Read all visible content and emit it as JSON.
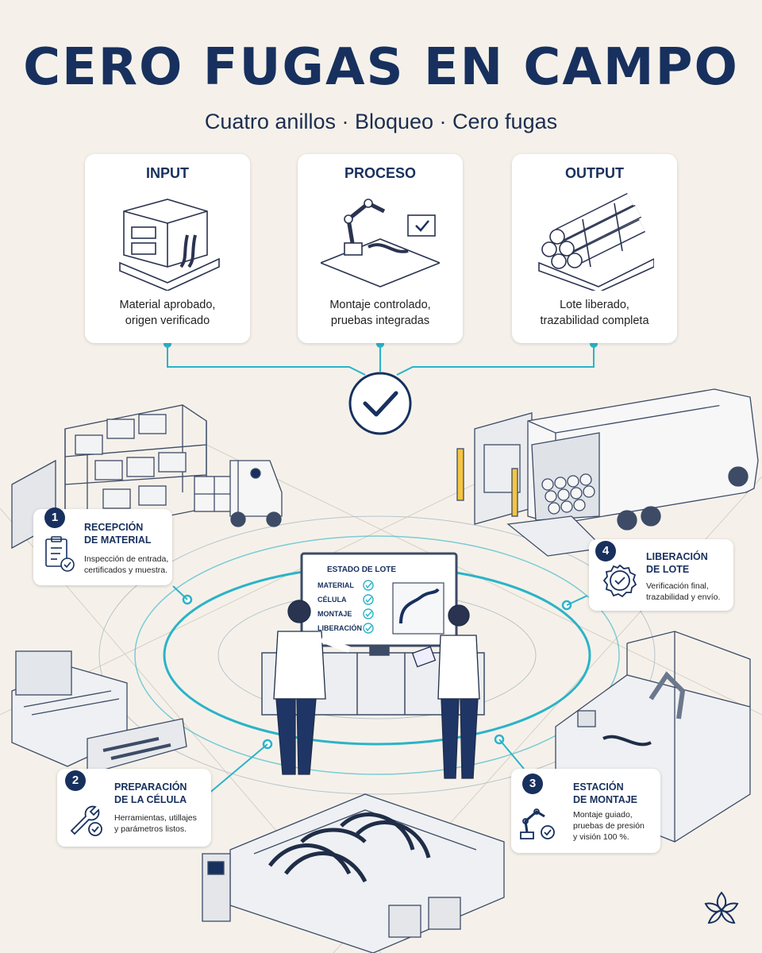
{
  "header": {
    "title": "CERO FUGAS EN CAMPO",
    "subtitle": "Cuatro anillos · Bloqueo · Cero fugas"
  },
  "cards": [
    {
      "title": "INPUT",
      "desc": "Material aprobado,\norigen verificado",
      "icon": "pallet-boxes-icon"
    },
    {
      "title": "PROCESO",
      "desc": "Montaje controlado,\npruebas integradas",
      "icon": "robot-arm-icon"
    },
    {
      "title": "OUTPUT",
      "desc": "Lote liberado,\ntrazabilidad completa",
      "icon": "hose-bundle-icon"
    }
  ],
  "steps": [
    {
      "number": "1",
      "title": "RECEPCIÓN\nDE MATERIAL",
      "desc": "Inspección de entrada,\ncertificados y muestra.",
      "icon": "clipboard-check-icon"
    },
    {
      "number": "2",
      "title": "PREPARACIÓN\nDE LA CÉLULA",
      "desc": "Herramientas, utillajes\ny parámetros listos.",
      "icon": "wrench-check-icon"
    },
    {
      "number": "3",
      "title": "ESTACIÓN\nDE MONTAJE",
      "desc": "Montaje guiado,\npruebas de presión\ny visión 100 %.",
      "icon": "robot-check-icon"
    },
    {
      "number": "4",
      "title": "LIBERACIÓN\nDE LOTE",
      "desc": "Verificación final,\ntrazabilidad y envío.",
      "icon": "seal-check-icon"
    }
  ],
  "monitor": {
    "heading": "ESTADO DE LOTE",
    "rows": [
      "MATERIAL",
      "CÉLULA",
      "MONTAJE",
      "LIBERACIÓN"
    ]
  },
  "colors": {
    "navy": "#17305e",
    "accent": "#2bb3c8",
    "background": "#f5f1ea",
    "line": "#3d4b66"
  }
}
